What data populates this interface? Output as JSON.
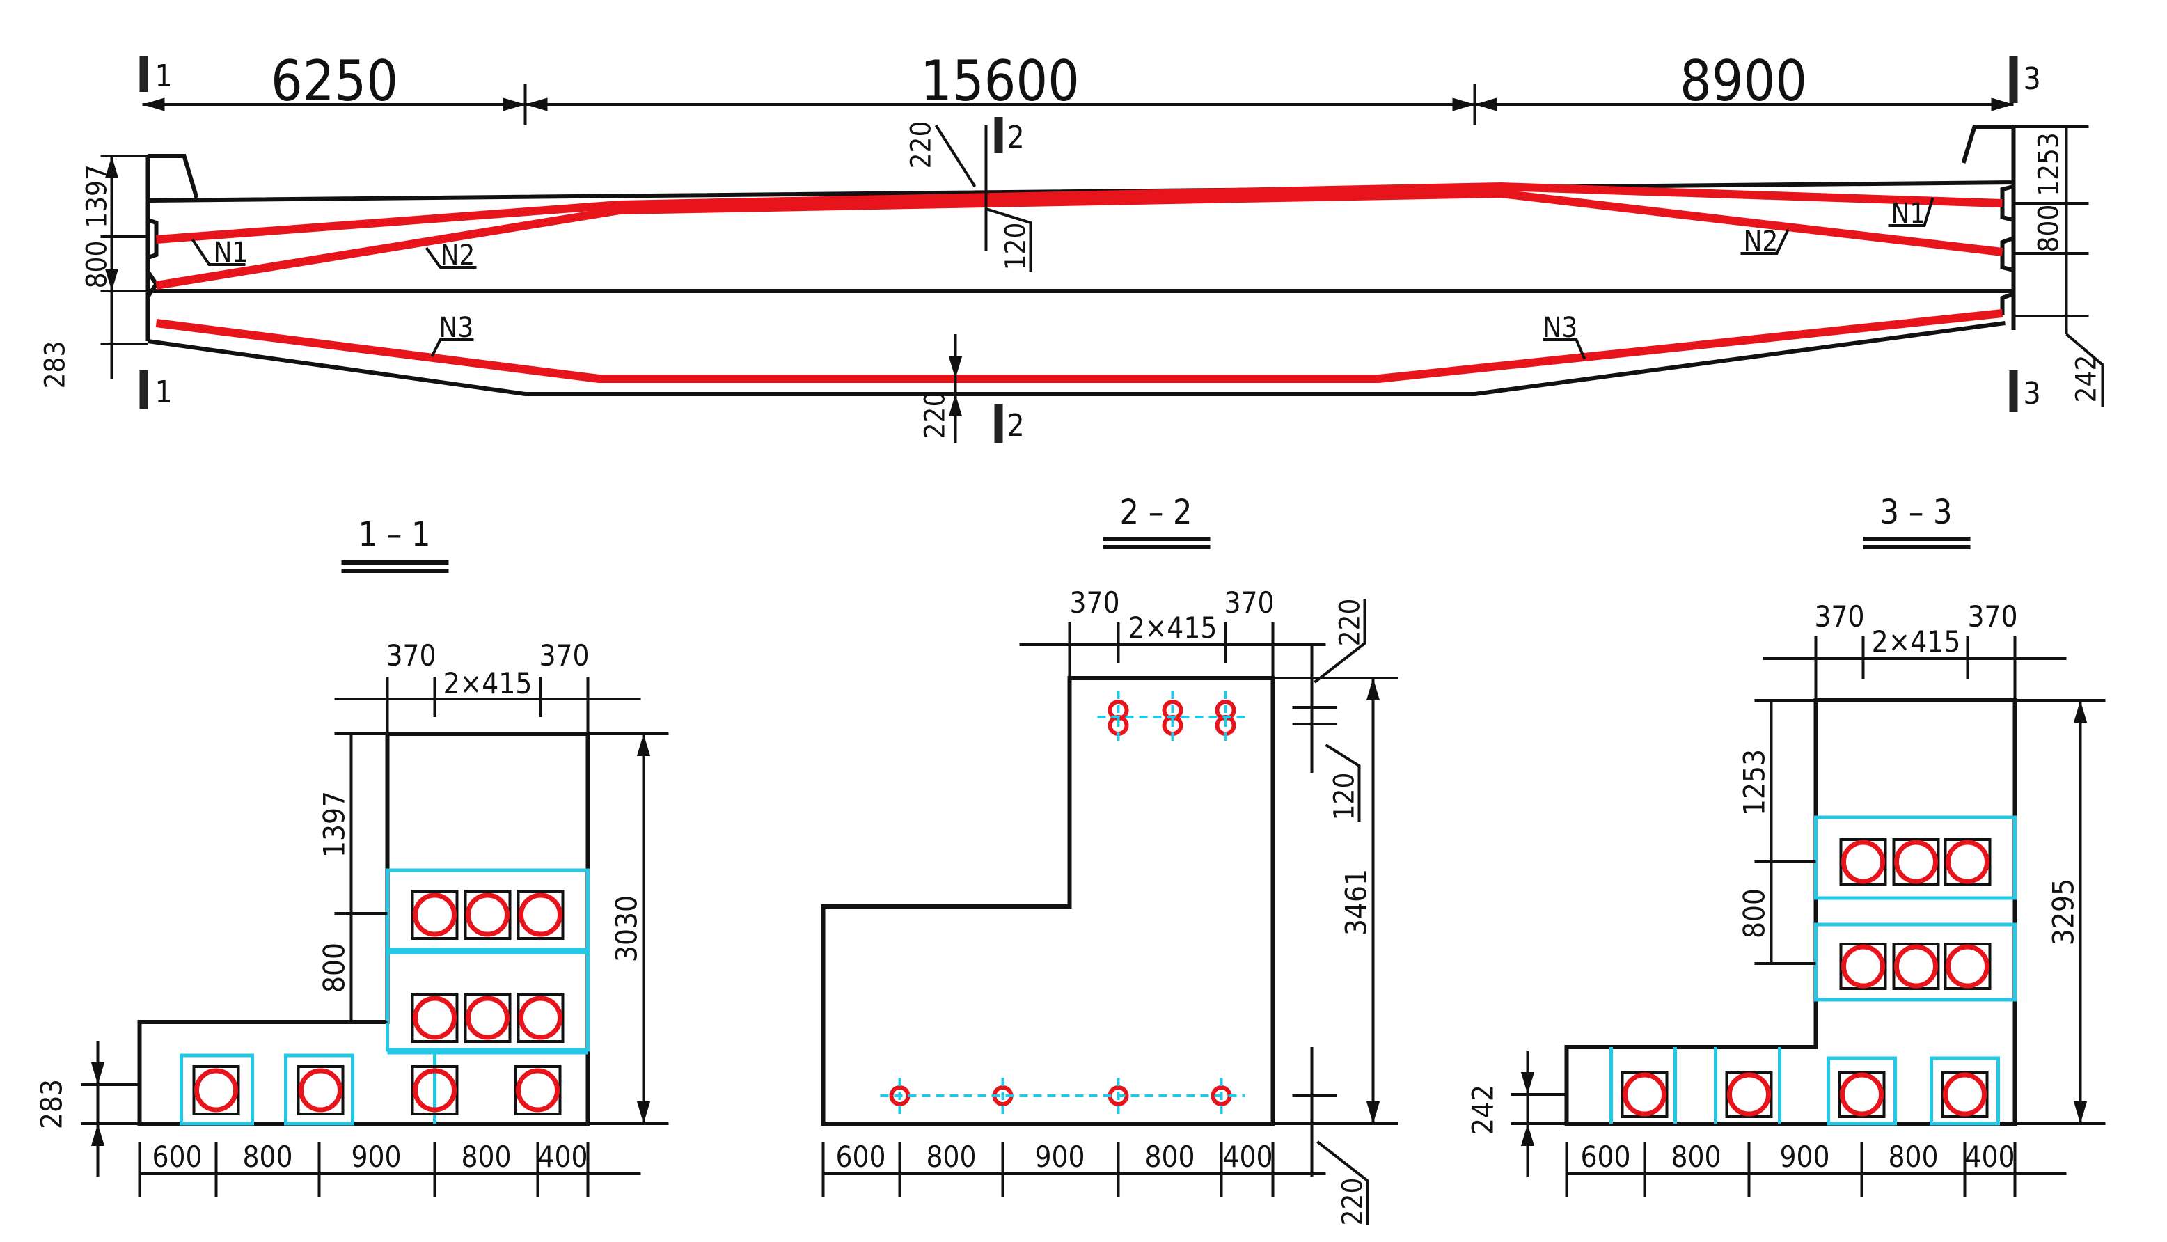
{
  "elevation": {
    "segments": [
      "6250",
      "15600",
      "8900"
    ],
    "cuts": {
      "c1": "1",
      "c2": "2",
      "c3": "3"
    },
    "left_dims": [
      "1397",
      "800",
      "283"
    ],
    "right_dims": [
      "1253",
      "800",
      "242"
    ],
    "mid_dims": [
      "220",
      "120",
      "220"
    ],
    "tendons": [
      "N1",
      "N2",
      "N3"
    ],
    "tendon_color": "#e8141b"
  },
  "sections": [
    {
      "title": "1 – 1",
      "top_dims": [
        "370",
        "2×415",
        "370"
      ],
      "bottom_dims": [
        "600",
        "800",
        "900",
        "800",
        "400"
      ],
      "left_dims": [
        "1397",
        "800",
        "283"
      ],
      "right_dim": "3030"
    },
    {
      "title": "2 – 2",
      "top_dims": [
        "370",
        "2×415",
        "370"
      ],
      "bottom_dims": [
        "600",
        "800",
        "900",
        "800",
        "400"
      ],
      "right_dims": [
        "220",
        "120",
        "3461",
        "220"
      ]
    },
    {
      "title": "3 – 3",
      "top_dims": [
        "370",
        "2×415",
        "370"
      ],
      "bottom_dims": [
        "600",
        "800",
        "900",
        "800",
        "400"
      ],
      "left_dims": [
        "1253",
        "800",
        "242"
      ],
      "right_dim": "3295"
    }
  ],
  "colors": {
    "line": "#111111",
    "tendon": "#e8141b",
    "duct_grid": "#22c8e6"
  }
}
